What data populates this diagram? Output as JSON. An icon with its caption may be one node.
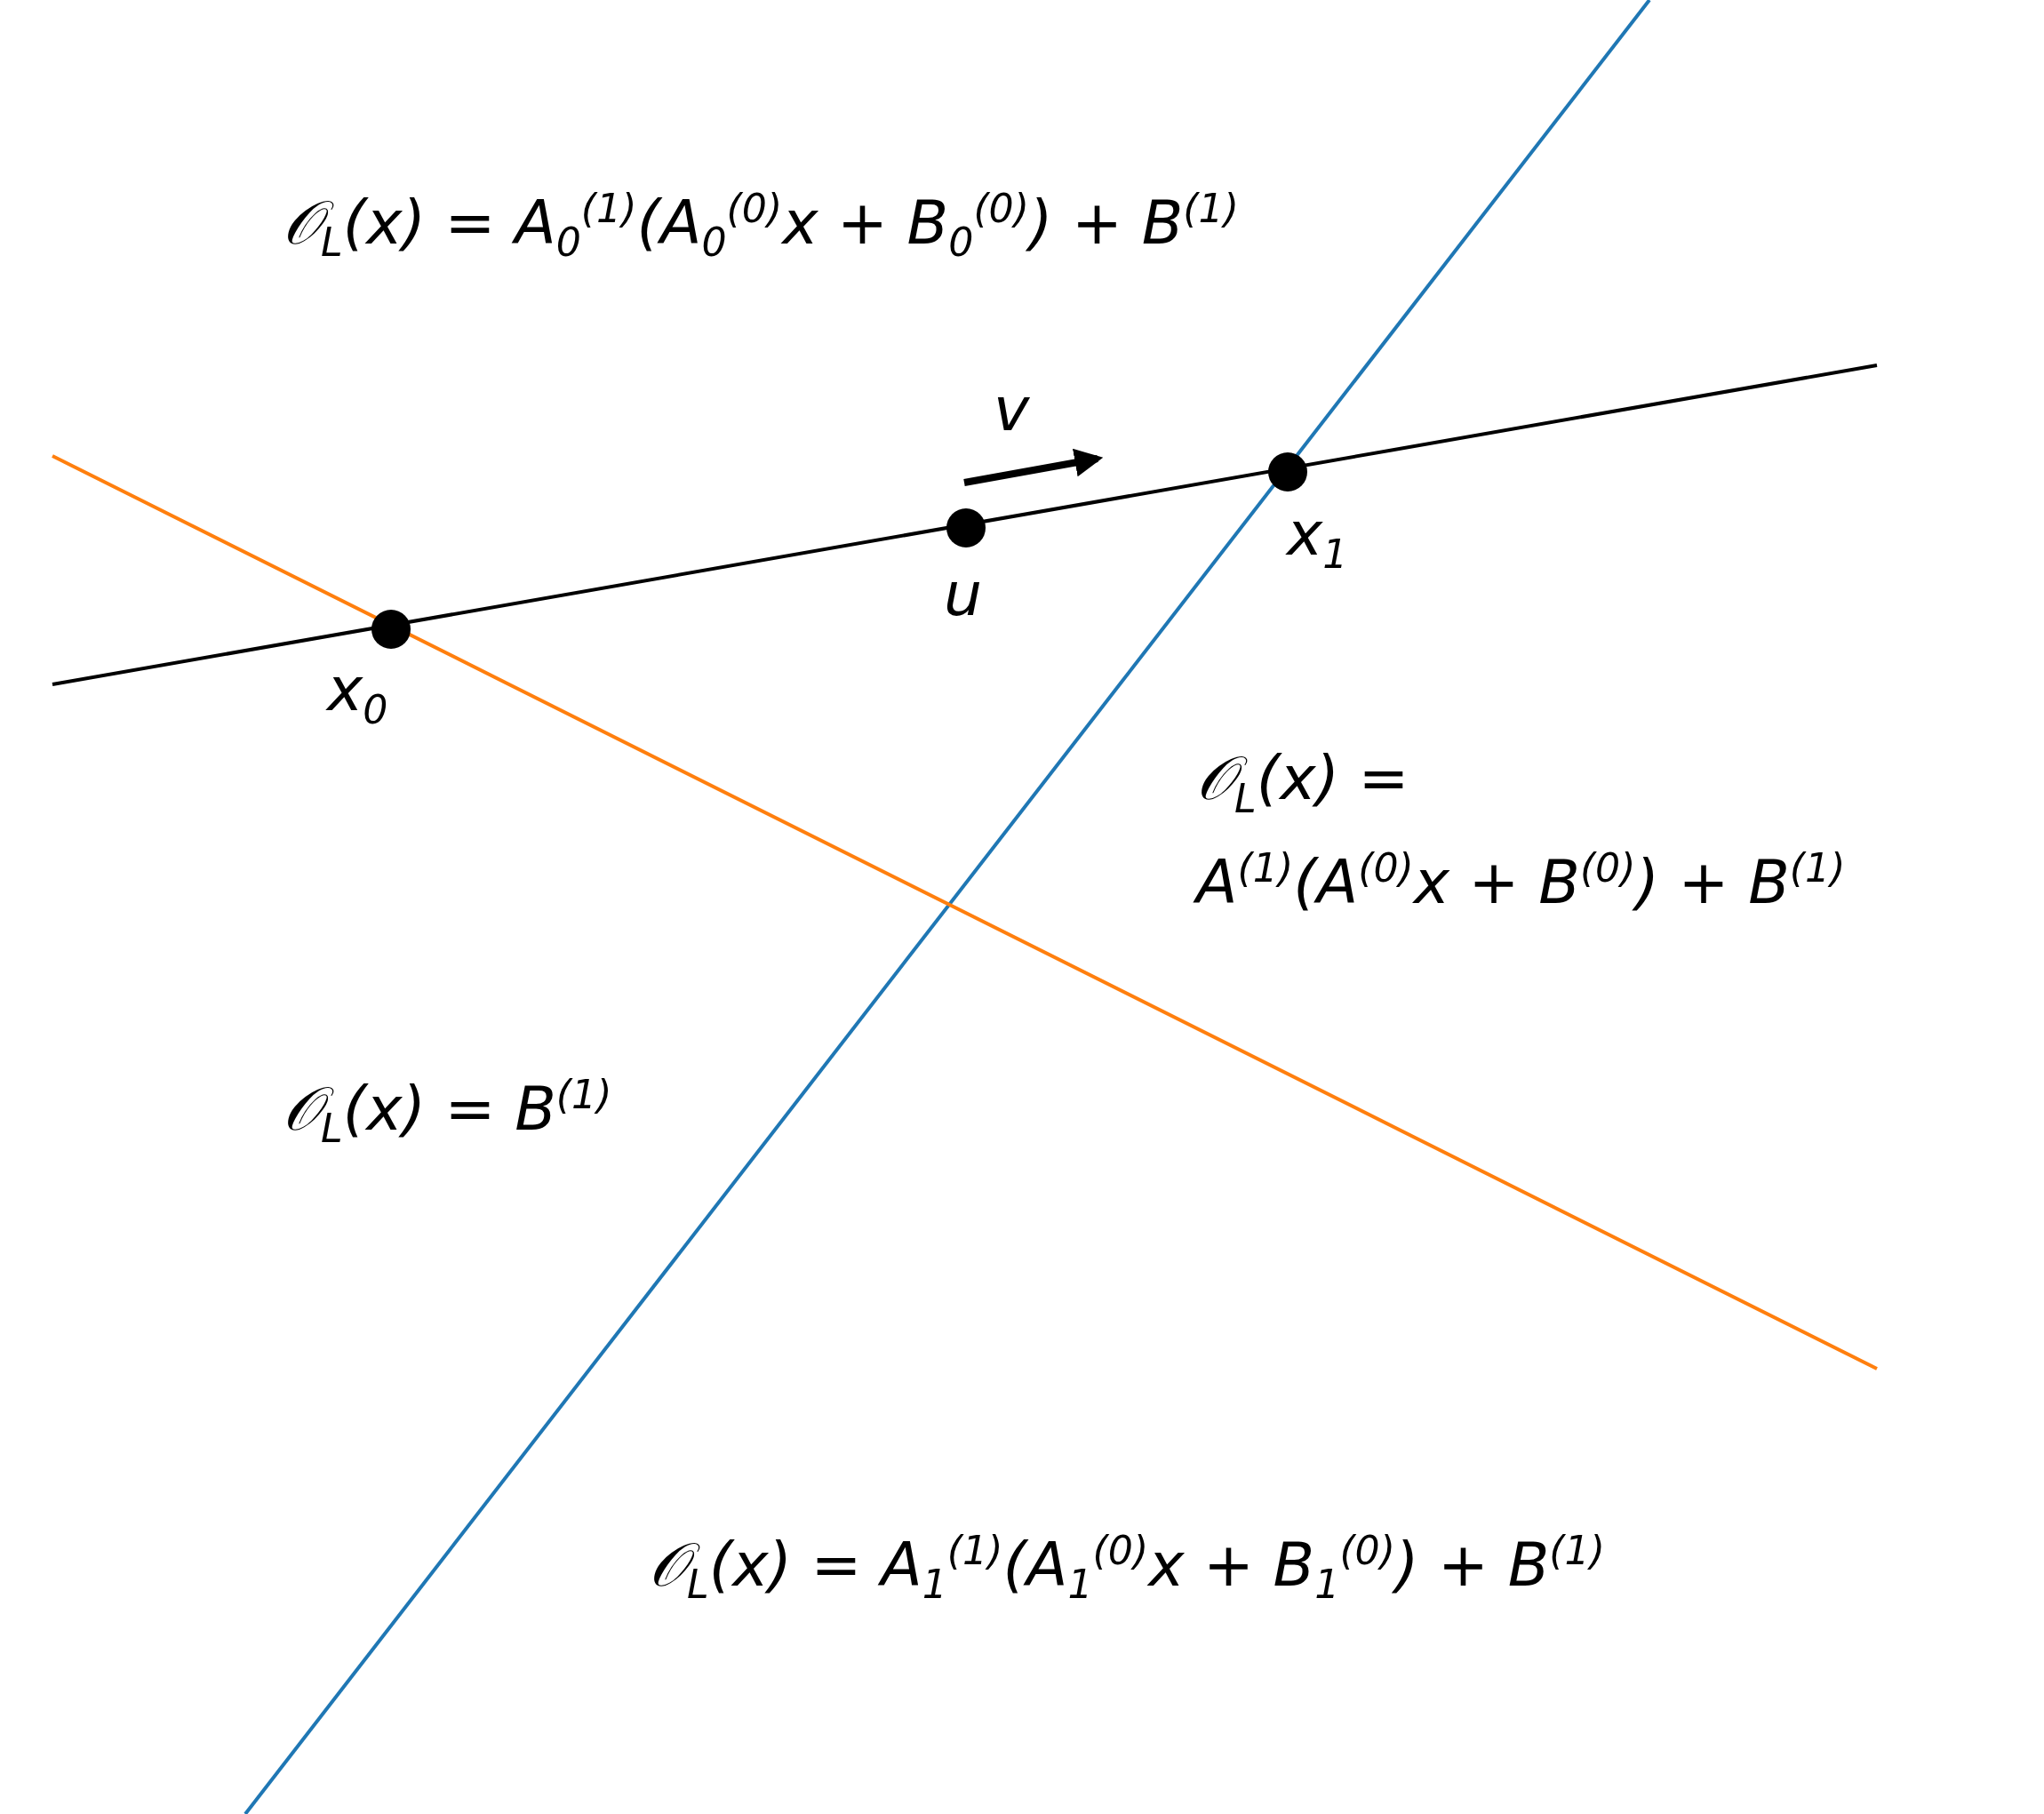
{
  "diagram": {
    "labels": [
      "𝒪$_{L}$(x) = A$_{0}$$^{(1)}$(A$_{0}$$^{(0)}$x + B$_{0}$$^{(0)}$) + B$^{(1)}$",
      "v",
      "u",
      "x$_{1}$",
      "x$_{0}$",
      "𝒪$_{L}$(x) =",
      "A$^{(1)}$(A$^{(0)}$x + B$^{(0)}$) + B$^{(1)}$",
      "𝒪$_{L}$(x) = B$^{(1)}$",
      "𝒪$_{L}$(x) = A$_{1}$$^{(1)}$(A$_{1}$$^{(0)}$x + B$_{1}$$^{(0)}$) + B$^{(1)}$"
    ]
  }
}
